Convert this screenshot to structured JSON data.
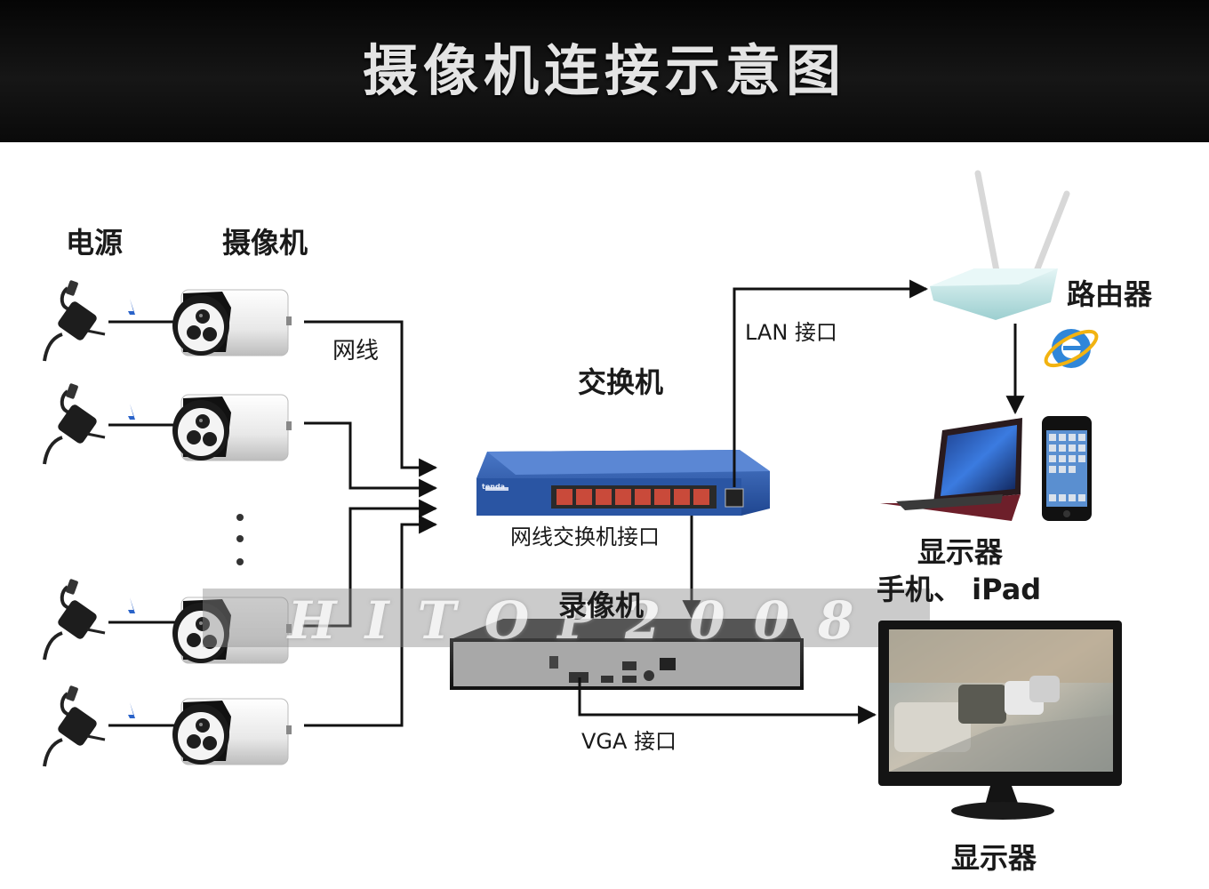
{
  "header": {
    "title": "摄像机连接示意图"
  },
  "labels": {
    "power": "电源",
    "camera": "摄像机",
    "cable": "网线",
    "switch": "交换机",
    "lan_port": "LAN 接口",
    "router": "路由器",
    "switch_port": "网线交换机接口",
    "nvr": "录像机",
    "display": "显示器",
    "phone_ipad": "手机、 iPad",
    "vga_port": "VGA 接口",
    "monitor": "显示器"
  },
  "watermark": {
    "text": "HITOP2008"
  },
  "devices": {
    "switch_brand": "tenda",
    "camera_count_shown": 4,
    "switch_ports": 8
  },
  "colors": {
    "banner": "#0a0a0a",
    "switch_body": "#2f5aa6",
    "switch_ports": "#c94a3a",
    "router": "#bfe3e3",
    "wire": "#111111",
    "spark": "#2a63c9"
  }
}
